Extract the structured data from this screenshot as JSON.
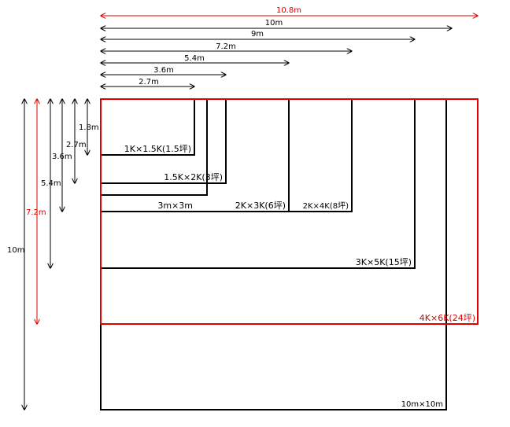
{
  "colors": {
    "black": "#000000",
    "red": "#e00000"
  },
  "horizontal_dimensions": [
    {
      "label": "10.8m",
      "value_m": 10.8,
      "color": "red"
    },
    {
      "label": "10m",
      "value_m": 10,
      "color": "black"
    },
    {
      "label": "9m",
      "value_m": 9,
      "color": "black"
    },
    {
      "label": "7.2m",
      "value_m": 7.2,
      "color": "black"
    },
    {
      "label": "5.4m",
      "value_m": 5.4,
      "color": "black"
    },
    {
      "label": "3.6m",
      "value_m": 3.6,
      "color": "black"
    },
    {
      "label": "2.7m",
      "value_m": 2.7,
      "color": "black"
    }
  ],
  "vertical_dimensions": [
    {
      "label": "10m",
      "value_m": 10,
      "color": "black"
    },
    {
      "label": "7.2m",
      "value_m": 7.2,
      "color": "red"
    },
    {
      "label": "5.4m",
      "value_m": 5.4,
      "color": "black"
    },
    {
      "label": "3.6m",
      "value_m": 3.6,
      "color": "black"
    },
    {
      "label": "2.7m",
      "value_m": 2.7,
      "color": "black"
    },
    {
      "label": "1.8m",
      "value_m": 1.8,
      "color": "black"
    }
  ],
  "rooms": [
    {
      "label": "1K×1.5K(1.5坪)",
      "width_m": 2.7,
      "depth_m": 1.8,
      "color": "black"
    },
    {
      "label": "1.5K×2K(3坪)",
      "width_m": 3.6,
      "depth_m": 2.7,
      "color": "black"
    },
    {
      "label": "3m×3m",
      "width_m": 3,
      "depth_m": 3,
      "color": "black"
    },
    {
      "label": "2K×3K(6坪)",
      "width_m": 5.4,
      "depth_m": 3.6,
      "color": "black"
    },
    {
      "label": "2K×4K(8坪)",
      "width_m": 7.2,
      "depth_m": 3.6,
      "color": "black"
    },
    {
      "label": "3K×5K(15坪)",
      "width_m": 9,
      "depth_m": 5.4,
      "color": "black"
    },
    {
      "label": "4K×6K(24坪)",
      "width_m": 10.8,
      "depth_m": 7.2,
      "color": "red"
    },
    {
      "label": "10m×10m",
      "width_m": 10,
      "depth_m": 10,
      "color": "black"
    }
  ]
}
